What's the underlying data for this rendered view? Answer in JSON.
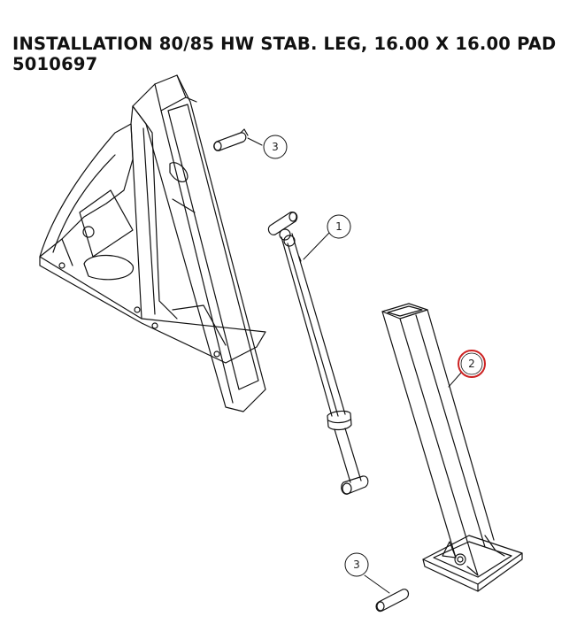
{
  "title": {
    "line1": "INSTALLATION 80/85 HW STAB. LEG, 16.00 X 16.00 PAD",
    "line2": "5010697"
  },
  "callouts": {
    "c1": "1",
    "c2": "2",
    "c3_top": "3",
    "c3_bottom": "3"
  },
  "colors": {
    "line": "#111111",
    "highlight": "#cc2222"
  }
}
